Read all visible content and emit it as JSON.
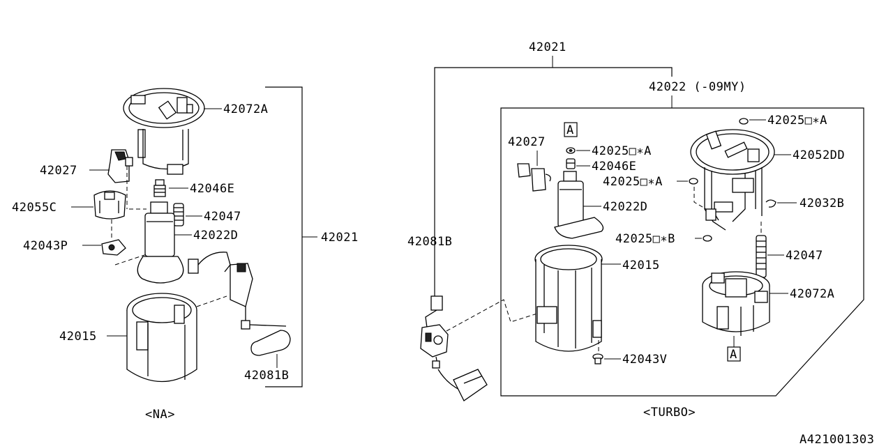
{
  "diagram_id": "A421001303",
  "na": {
    "caption": "<NA>",
    "assembly": "42021",
    "labels": {
      "p42072A": "42072A",
      "p42027": "42027",
      "p42046E": "42046E",
      "p42055C": "42055C",
      "p42047": "42047",
      "p42022D": "42022D",
      "p42043P": "42043P",
      "p42015": "42015",
      "p42081B": "42081B"
    }
  },
  "turbo": {
    "caption": "<TURBO>",
    "assembly": "42021",
    "sub_assembly": "42022 (-09MY)",
    "labels": {
      "p42081B": "42081B",
      "p42027": "42027",
      "p42025_A_1": "42025□∗A",
      "p42046E": "42046E",
      "p42025_A_2": "42025□∗A",
      "p42022D": "42022D",
      "p42015": "42015",
      "p42043V": "42043V",
      "p42025_A_3": "42025□∗A",
      "p42052DD": "42052DD",
      "p42032B": "42032B",
      "p42025_B": "42025□∗B",
      "p42047": "42047",
      "p42072A": "42072A"
    },
    "ref_mark": "A"
  }
}
